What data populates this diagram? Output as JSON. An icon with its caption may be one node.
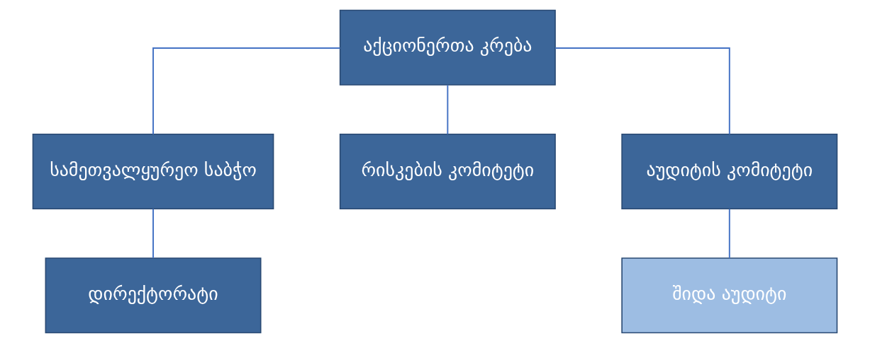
{
  "diagram": {
    "nodes": [
      {
        "text": [
          "აქციონერთა კრება"
        ]
      },
      {
        "text": [
          "სამეთვალყურეო საბჭო"
        ]
      },
      {
        "text": [
          "დირექტორატი"
        ]
      },
      {
        "text": [
          "რისკების კომიტეტი"
        ]
      },
      {
        "text": [
          "აუდიტის კომიტეტი"
        ]
      },
      {
        "text": [
          "შიდა აუდიტი"
        ]
      }
    ],
    "edges": [
      {
        "from": 0,
        "to": 1,
        "arrow": "none"
      },
      {
        "from": 1,
        "to": 2,
        "arrow": "none"
      },
      {
        "from": 0,
        "to": 3,
        "arrow": "none"
      },
      {
        "from": 0,
        "to": 4,
        "arrow": "none"
      },
      {
        "from": 4,
        "to": 5,
        "arrow": "none"
      }
    ]
  }
}
